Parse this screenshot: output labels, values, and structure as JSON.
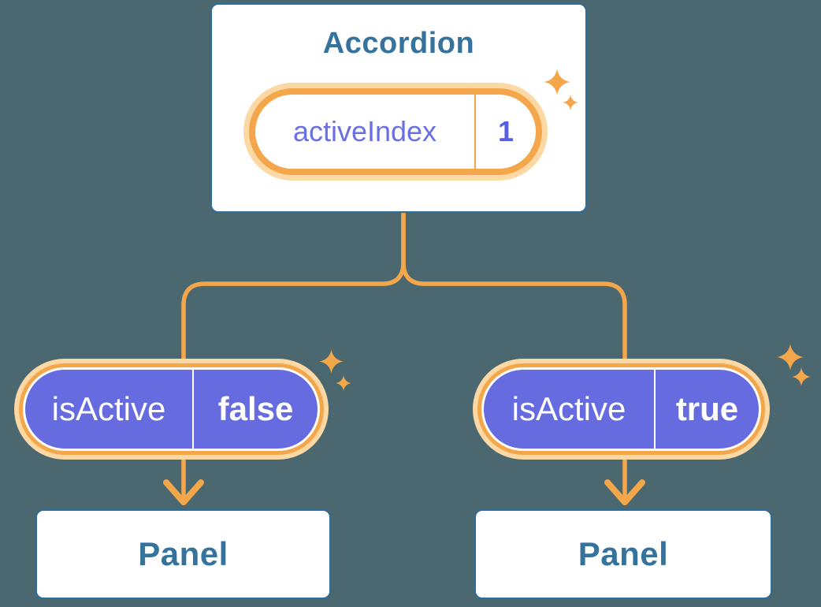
{
  "colors": {
    "background": "#4B6770",
    "cardBorder": "#2E6D99",
    "headingText": "#35739D",
    "orange": "#F4A64B",
    "peach": "#FBD8A4",
    "purple": "#666CDF",
    "purpleText": "#6A6FE2",
    "purpleValue": "#5A5FE0",
    "white": "#FFFFFF"
  },
  "root_component": {
    "title": "Accordion",
    "state_pill": {
      "label": "activeIndex",
      "value": "1"
    }
  },
  "children": [
    {
      "prop_pill": {
        "label": "isActive",
        "value": "false"
      },
      "child_component": {
        "title": "Panel"
      }
    },
    {
      "prop_pill": {
        "label": "isActive",
        "value": "true"
      },
      "child_component": {
        "title": "Panel"
      }
    }
  ]
}
